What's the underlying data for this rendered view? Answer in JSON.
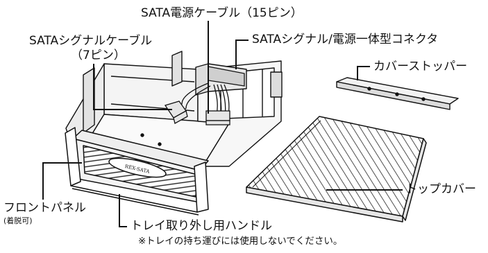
{
  "labels": {
    "sata_power_cable": "SATA電源ケーブル（15ピン）",
    "sata_signal_cable": "SATAシグナルケーブル",
    "sata_signal_pins": "（7ピン）",
    "combo_connector": "SATAシグナル/電源一体型コネクタ",
    "cover_stopper": "カバーストッパー",
    "front_panel": "フロントパネル",
    "front_panel_note": "(着脱可)",
    "top_cover": "トップカバー",
    "tray_handle": "トレイ取り外し用ハンドル",
    "handle_caution": "※トレイの持ち運びには使用しないでください。",
    "panel_logo": "REX-SATA"
  }
}
